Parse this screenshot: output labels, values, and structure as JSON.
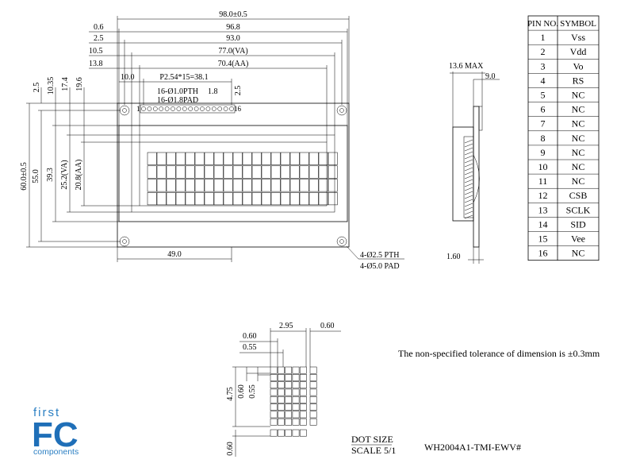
{
  "dimensions": {
    "top": [
      {
        "id": "d98",
        "text": "98.0±0.5"
      },
      {
        "id": "d968",
        "text": "96.8"
      },
      {
        "id": "d930",
        "text": "93.0"
      },
      {
        "id": "d770",
        "text": "77.0(VA)"
      },
      {
        "id": "d704",
        "text": "70.4(AA)"
      },
      {
        "id": "pitch",
        "text": "P2.54*15=38.1"
      }
    ],
    "left_offsets": [
      {
        "id": "o06",
        "text": "0.6"
      },
      {
        "id": "o25",
        "text": "2.5"
      },
      {
        "id": "o105",
        "text": "10.5"
      },
      {
        "id": "o138",
        "text": "13.8"
      },
      {
        "id": "o100",
        "text": "10.0"
      }
    ],
    "pins": [
      {
        "id": "pth",
        "text": "16-Ø1.0PTH"
      },
      {
        "id": "pad",
        "text": "16-Ø1.8PAD"
      },
      {
        "id": "p18",
        "text": "1.8"
      },
      {
        "id": "p25",
        "text": "2.5"
      },
      {
        "id": "pin1",
        "text": "1"
      },
      {
        "id": "pin16",
        "text": "16"
      }
    ],
    "vertical": [
      {
        "id": "v25",
        "text": "2.5"
      },
      {
        "id": "v1035",
        "text": "10.35"
      },
      {
        "id": "v174",
        "text": "17.4"
      },
      {
        "id": "v196",
        "text": "19.6"
      },
      {
        "id": "v600",
        "text": "60.0±0.5"
      },
      {
        "id": "v550",
        "text": "55.0"
      },
      {
        "id": "v393",
        "text": "39.3"
      },
      {
        "id": "v252",
        "text": "25.2(VA)"
      },
      {
        "id": "v208",
        "text": "20.8(AA)"
      }
    ],
    "bottom": [
      {
        "id": "b490",
        "text": "49.0"
      },
      {
        "id": "mhole1",
        "text": "4-Ø2.5 PTH"
      },
      {
        "id": "mhole2",
        "text": "4-Ø5.0 PAD"
      }
    ],
    "side": [
      {
        "id": "s136",
        "text": "13.6 MAX"
      },
      {
        "id": "s90",
        "text": "9.0"
      },
      {
        "id": "s160",
        "text": "1.60"
      }
    ],
    "dot": [
      {
        "id": "dt295",
        "text": "2.95"
      },
      {
        "id": "dt060a",
        "text": "0.60"
      },
      {
        "id": "dt060b",
        "text": "0.60"
      },
      {
        "id": "dt055a",
        "text": "0.55"
      },
      {
        "id": "dt475",
        "text": "4.75"
      },
      {
        "id": "dt060c",
        "text": "0.60"
      },
      {
        "id": "dt055b",
        "text": "0.55"
      },
      {
        "id": "dt060d",
        "text": "0.60"
      }
    ]
  },
  "pin_table": {
    "headers": [
      "PIN NO.",
      "SYMBOL"
    ],
    "rows": [
      [
        "1",
        "Vss"
      ],
      [
        "2",
        "Vdd"
      ],
      [
        "3",
        "Vo"
      ],
      [
        "4",
        "RS"
      ],
      [
        "5",
        "NC"
      ],
      [
        "6",
        "NC"
      ],
      [
        "7",
        "NC"
      ],
      [
        "8",
        "NC"
      ],
      [
        "9",
        "NC"
      ],
      [
        "10",
        "NC"
      ],
      [
        "11",
        "NC"
      ],
      [
        "12",
        "CSB"
      ],
      [
        "13",
        "SCLK"
      ],
      [
        "14",
        "SID"
      ],
      [
        "15",
        "Vee"
      ],
      [
        "16",
        "NC"
      ]
    ]
  },
  "notes": {
    "tolerance": "The non-specified tolerance of dimension is ±0.3mm",
    "dot_size": "DOT SIZE",
    "scale": "SCALE 5/1",
    "model": "WH2004A1-TMI-EWV#"
  },
  "logo": {
    "line1": "first",
    "line2": "FC",
    "line3": "components"
  },
  "colors": {
    "logo_blue": "#1f6fb8",
    "line": "#000000"
  }
}
